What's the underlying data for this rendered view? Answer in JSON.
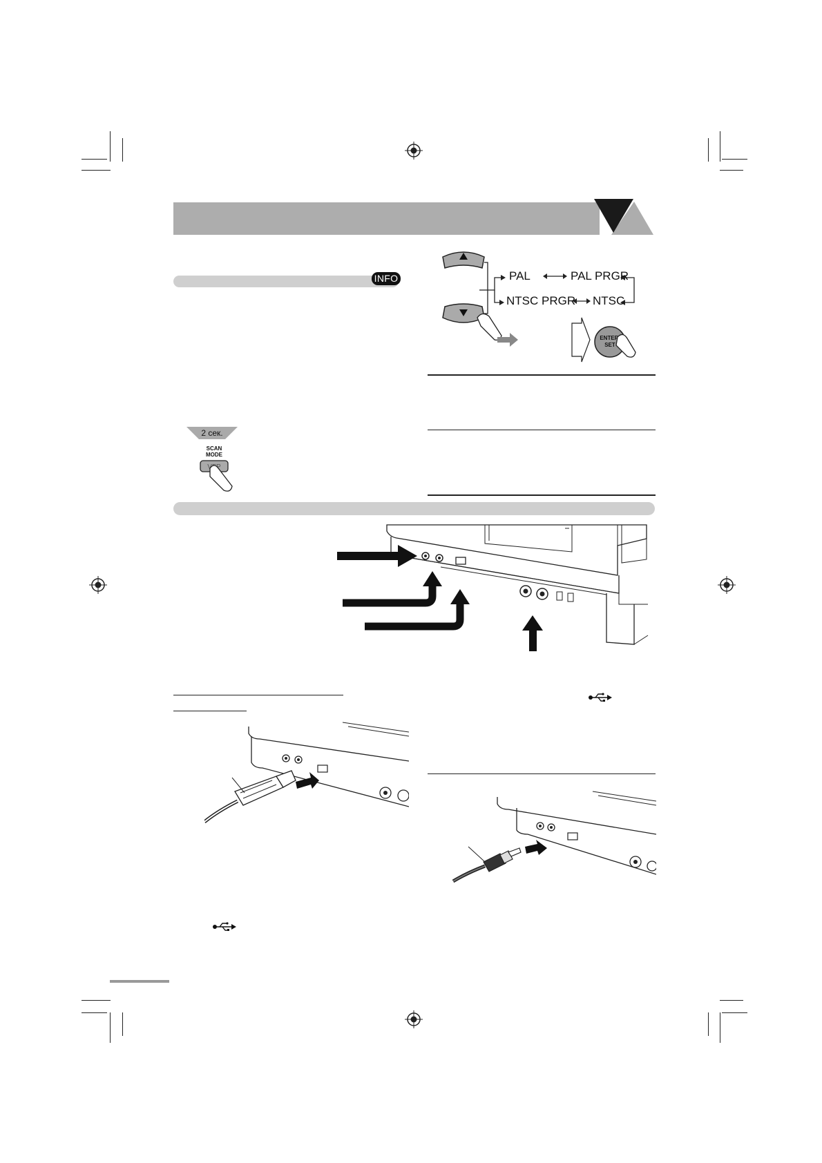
{
  "info_badge": "INFO",
  "video_format": {
    "pal": "PAL",
    "pal_prgr": "PAL PRGR",
    "ntsc_prgr": "NTSC PRGR",
    "ntsc": "NTSC",
    "enter_label_line1": "ENTER/",
    "enter_label_line2": "SET"
  },
  "scan_mode": {
    "hold_time": "2 сек.",
    "label_line1": "SCAN",
    "label_line2": "MODE",
    "button": "VFP"
  },
  "icons": [
    "crop-mark",
    "registration-mark",
    "usb-icon",
    "arrow-icon",
    "finger-icon"
  ]
}
